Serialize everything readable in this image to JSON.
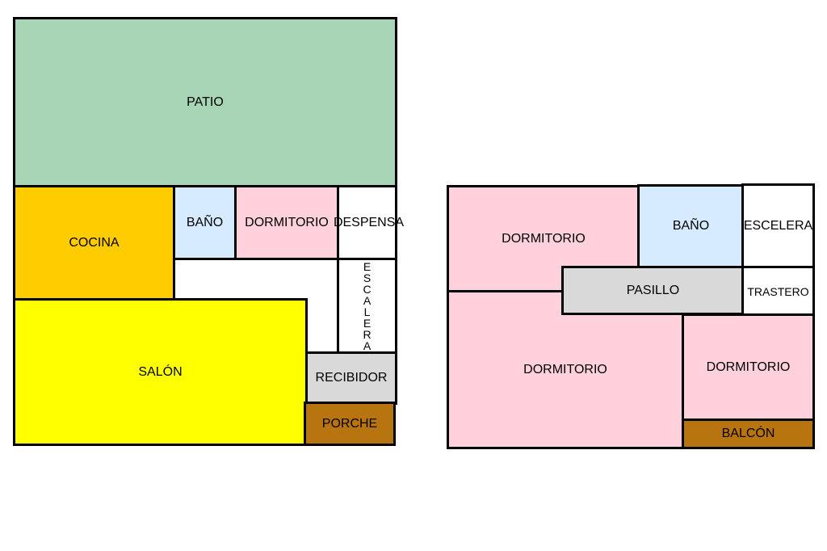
{
  "ground_floor": {
    "patio": "PATIO",
    "cocina": "COCINA",
    "bano": "BAÑO",
    "dormitorio": "DORMITORIO",
    "despensa": "DESPENSA",
    "escalera_letters": [
      "E",
      "S",
      "C",
      "A",
      "L",
      "E",
      "R",
      "A"
    ],
    "salon": "SALÓN",
    "recibidor": "RECIBIDOR",
    "porche": "PORCHE"
  },
  "upper_floor": {
    "dormitorio_1": "DORMITORIO",
    "bano": "BAÑO",
    "escalera": "ESCELERA",
    "pasillo": "PASILLO",
    "trastero": "TRASTERO",
    "dormitorio_2": "DORMITORIO",
    "dormitorio_3": "DORMITORIO",
    "balcon": "BALCÓN"
  },
  "colors": {
    "patio": "#a8d5b5",
    "cocina": "#ffcc00",
    "bano": "#d6ebff",
    "dormitorio": "#ffd1dc",
    "salon": "#ffff00",
    "recibidor": "#d9d9d9",
    "porche": "#b8740f"
  }
}
